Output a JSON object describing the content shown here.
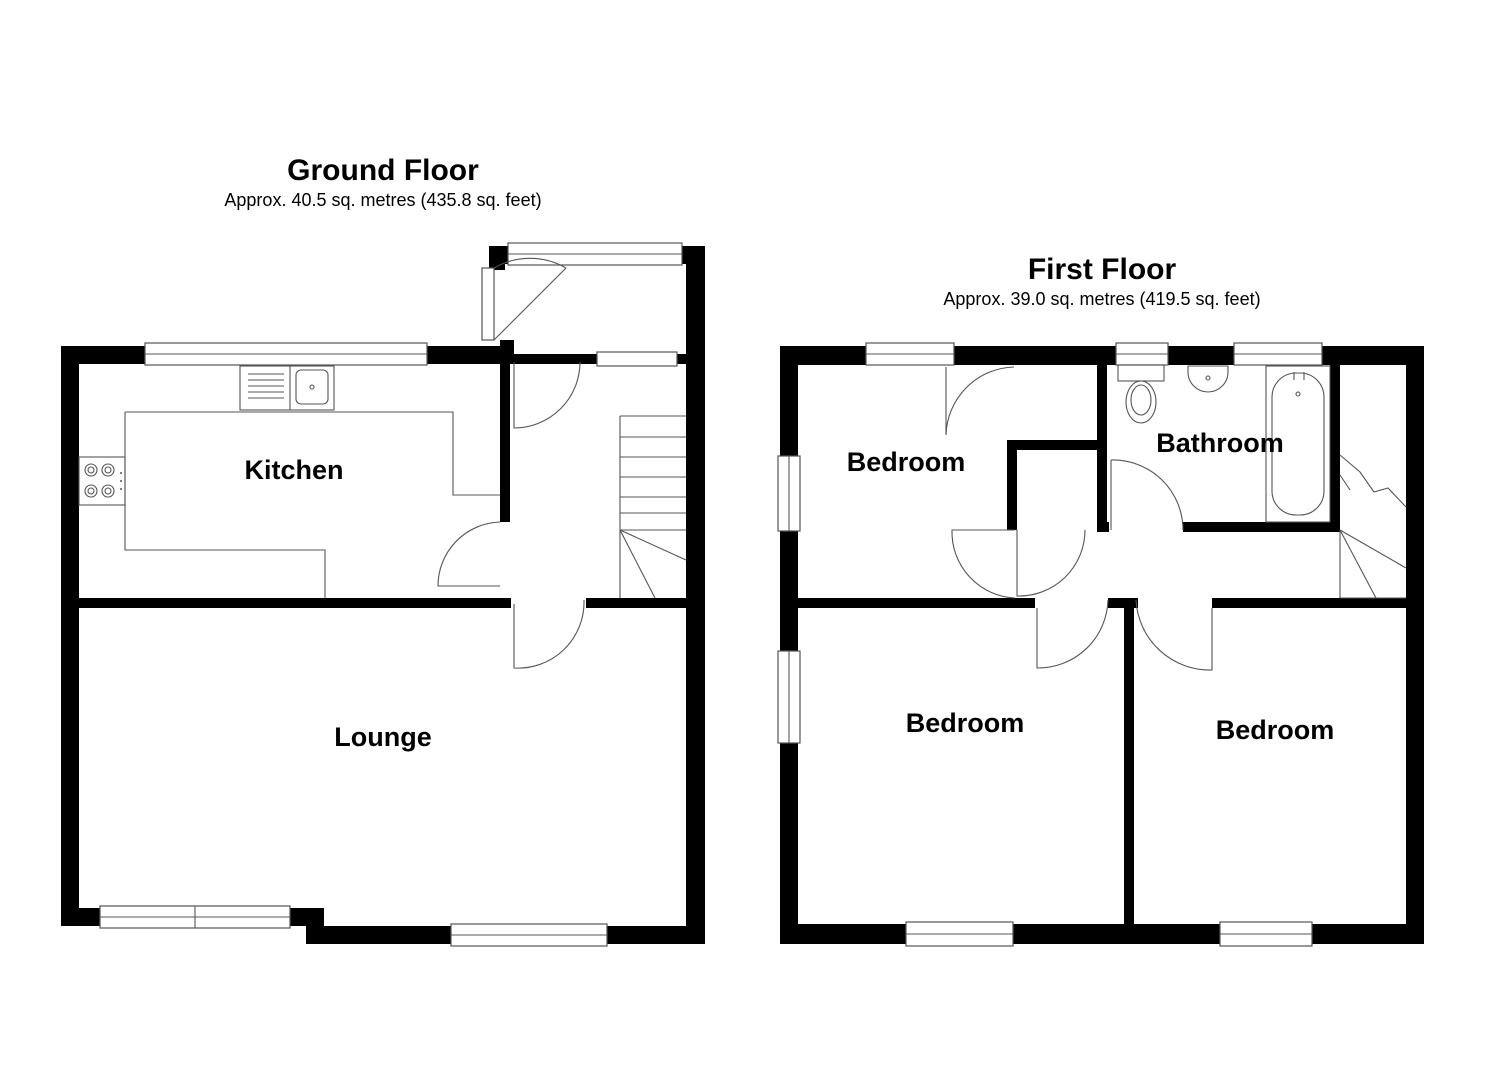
{
  "ground_floor": {
    "title": "Ground Floor",
    "area": "Approx. 40.5 sq. metres (435.8 sq. feet)",
    "rooms": {
      "kitchen": "Kitchen",
      "lounge": "Lounge"
    }
  },
  "first_floor": {
    "title": "First Floor",
    "area": "Approx. 39.0 sq. metres (419.5 sq. feet)",
    "rooms": {
      "bedroom_1": "Bedroom",
      "bathroom": "Bathroom",
      "bedroom_2": "Bedroom",
      "bedroom_3": "Bedroom"
    }
  },
  "colors": {
    "wall": "#000000",
    "line": "#555555",
    "background": "#ffffff"
  }
}
